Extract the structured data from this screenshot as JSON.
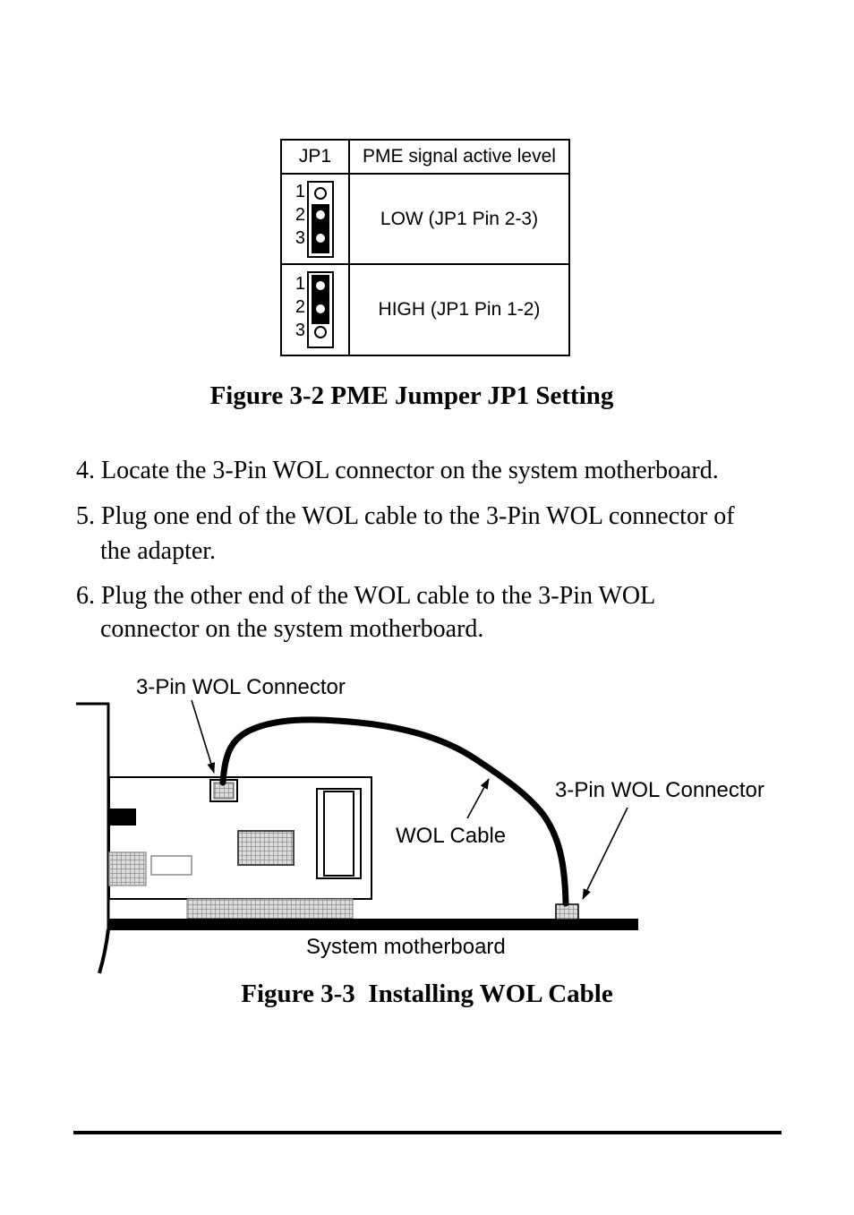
{
  "page": {
    "background": "#ffffff",
    "text_color": "#000000"
  },
  "figure_3_2": {
    "table": {
      "col1_header": "JP1",
      "col2_header": "PME signal active level",
      "rows": [
        {
          "label": "LOW (JP1 Pin 2-3)",
          "pins": [
            "1",
            "2",
            "3"
          ],
          "capped_pins": "2-3"
        },
        {
          "label": "HIGH (JP1 Pin 1-2)",
          "pins": [
            "1",
            "2",
            "3"
          ],
          "capped_pins": "1-2"
        }
      ]
    },
    "caption": "Figure 3-2 PME Jumper JP1 Setting"
  },
  "instructions": {
    "items": [
      {
        "lines": [
          "4. Locate the 3-Pin WOL connector on the system motherboard."
        ]
      },
      {
        "lines": [
          "5. Plug one end of the WOL cable to the 3-Pin WOL connector of",
          "the adapter."
        ]
      },
      {
        "lines": [
          "6. Plug the other end of the WOL cable to the 3-Pin WOL",
          "connector on the system motherboard."
        ]
      }
    ]
  },
  "figure_3_3": {
    "labels": {
      "adapter_connector": "3-Pin WOL Connector",
      "wol_cable": "WOL Cable",
      "motherboard_connector": "3-Pin WOL Connector",
      "system_motherboard": "System motherboard"
    },
    "caption": "Figure 3-3  Installing WOL Cable"
  }
}
